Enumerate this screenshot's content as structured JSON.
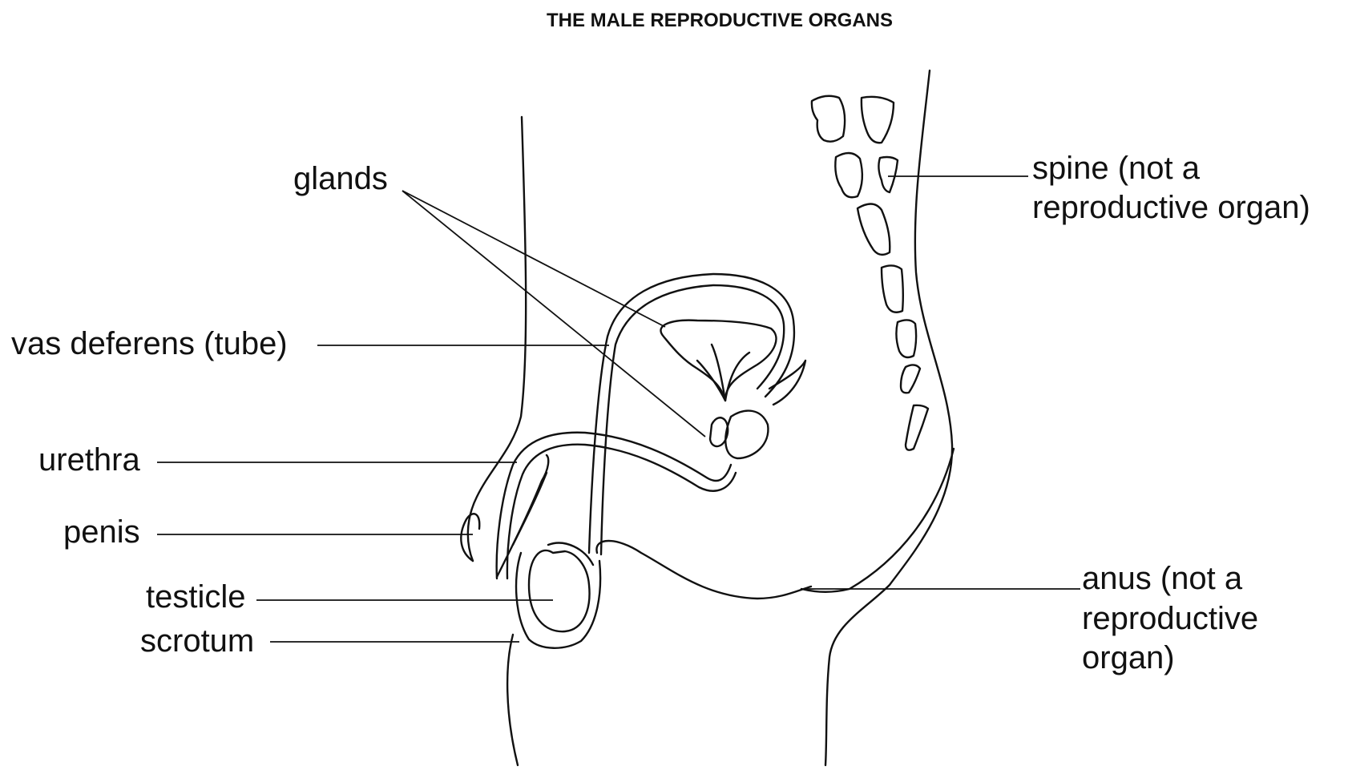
{
  "title": "THE MALE REPRODUCTIVE ORGANS",
  "labels": {
    "glands": "glands",
    "vas_deferens": "vas deferens (tube)",
    "urethra": "urethra",
    "penis": "penis",
    "testicle": "testicle",
    "scrotum": "scrotum",
    "spine_line1": "spine (not a",
    "spine_line2": "reproductive organ)",
    "anus_line1": "anus (not a",
    "anus_line2": "reproductive",
    "anus_line3": "organ)"
  }
}
